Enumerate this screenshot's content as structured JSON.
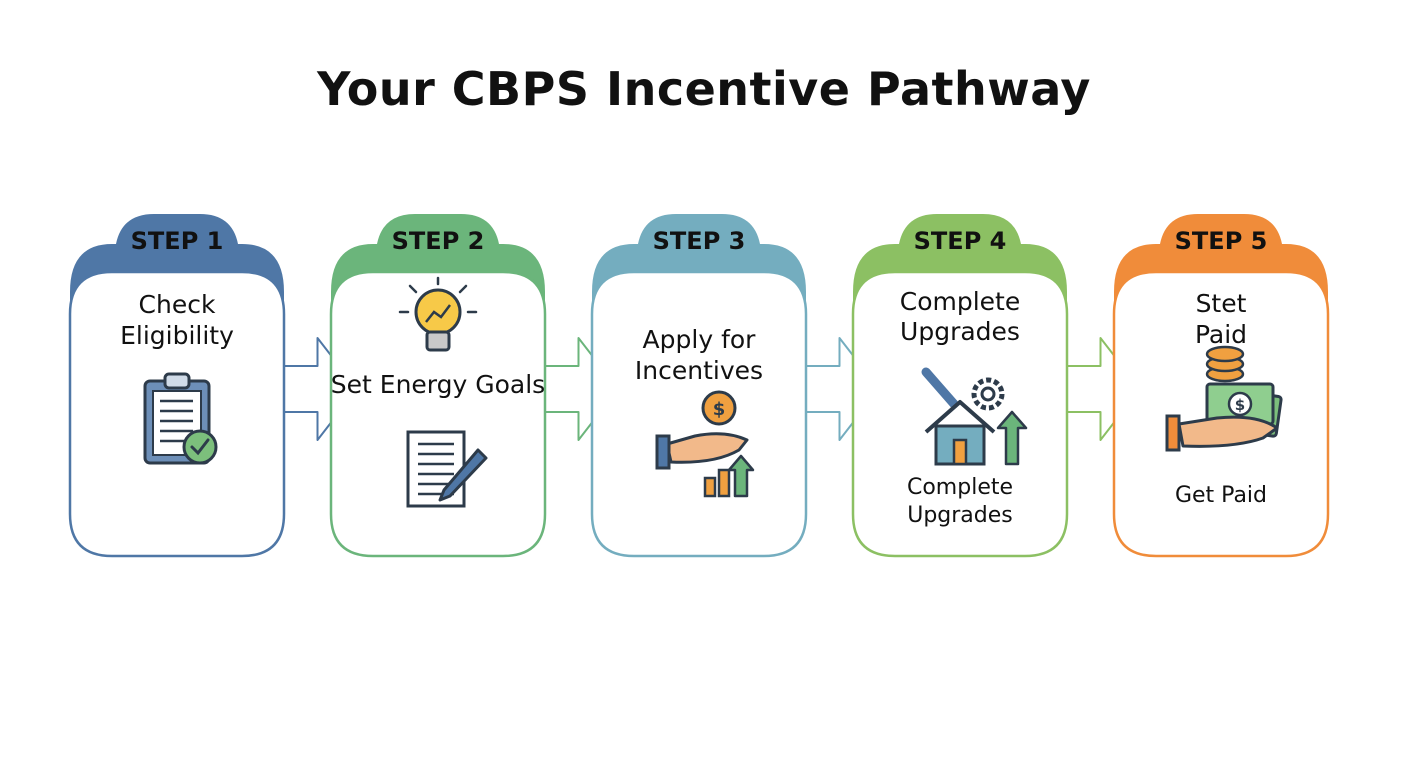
{
  "title": "Your CBPS Incentive Pathway",
  "steps": [
    {
      "label": "STEP 1",
      "heading": [
        "Check",
        "Eligibility"
      ],
      "sub": [],
      "color": "#4f77a6",
      "icon": "clipboard-check-icon"
    },
    {
      "label": "STEP 2",
      "heading": [
        "Set Energy Goals"
      ],
      "sub": [],
      "color": "#6bb57b",
      "icon": "lightbulb-chart-icon",
      "icon2": "document-pen-icon"
    },
    {
      "label": "STEP 3",
      "heading": [
        "Apply for",
        "Incentives"
      ],
      "sub": [],
      "color": "#74adbf",
      "icon": "hand-coin-growth-icon"
    },
    {
      "label": "STEP 4",
      "heading": [
        "Complete",
        "Upgrades"
      ],
      "sub": [
        "Complete",
        "Upgrades"
      ],
      "color": "#8cc063",
      "icon": "house-wrench-gear-icon"
    },
    {
      "label": "STEP 5",
      "heading": [
        "Stet",
        "Paid"
      ],
      "sub": [
        "Get Paid"
      ],
      "color": "#f08c3a",
      "icon": "hand-money-icon"
    }
  ]
}
